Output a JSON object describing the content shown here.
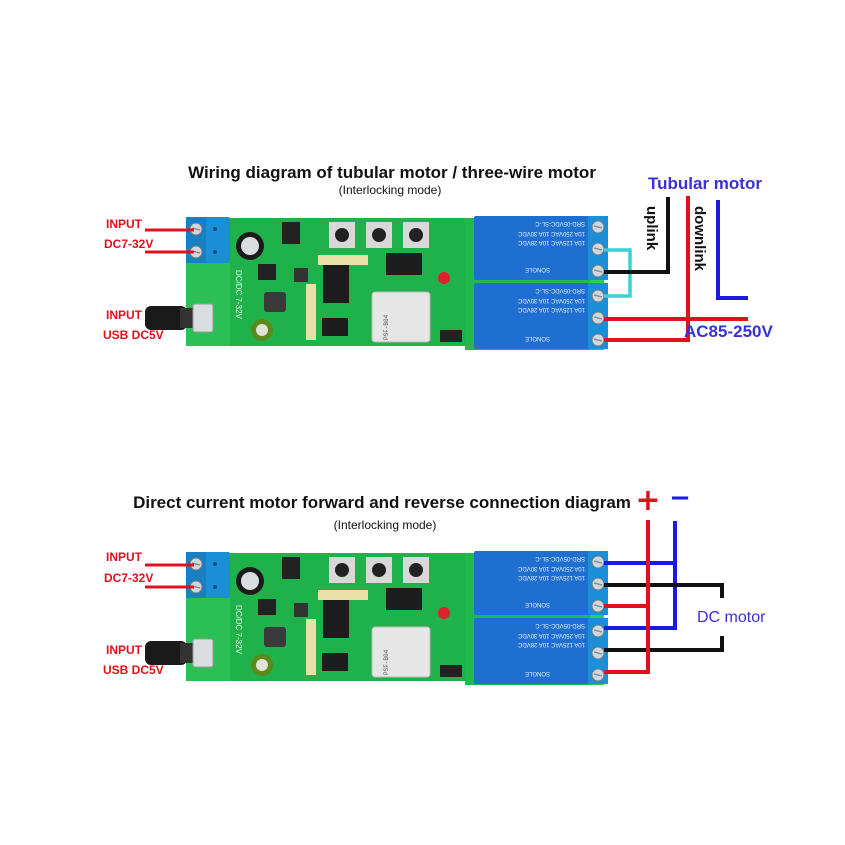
{
  "diagram_top": {
    "title": "Wiring diagram of tubular motor / three-wire motor",
    "subtitle": "(Interlocking mode)",
    "input_dc_label": "INPUT",
    "input_dc_voltage": "DC7-32V",
    "input_usb_label": "INPUT",
    "input_usb_voltage": "USB DC5V",
    "motor_label": "Tubular motor",
    "uplink_label": "uplink",
    "downlink_label": "downlink",
    "ac_label": "AC85-250V"
  },
  "diagram_bottom": {
    "title": "Direct current motor forward and reverse connection diagram",
    "subtitle": "(Interlocking mode)",
    "input_dc_label": "INPUT",
    "input_dc_voltage": "DC7-32V",
    "input_usb_label": "INPUT",
    "input_usb_voltage": "USB DC5V",
    "plus_label": "+",
    "minus_label": "−",
    "motor_label": "DC motor"
  },
  "board": {
    "relay_model": "SRD-05VDC-SL-C",
    "relay_rating_1": "10A 250VAC 10A 30VDC",
    "relay_rating_2": "10A 125VAC 10A 28VDC",
    "relay_brand": "SONGLE",
    "module_label": "PSF-B04",
    "dcdc_label": "DC/DC 7-32V"
  },
  "colors": {
    "pcb": "#1fb24a",
    "relay": "#1f6fd0",
    "terminal": "#1a8fd8",
    "wire_red": "#e0101c",
    "wire_black": "#111111",
    "wire_blue": "#1a1ae0",
    "wire_cyan": "#3ccfd6",
    "label_blue": "#3b2fd6"
  }
}
